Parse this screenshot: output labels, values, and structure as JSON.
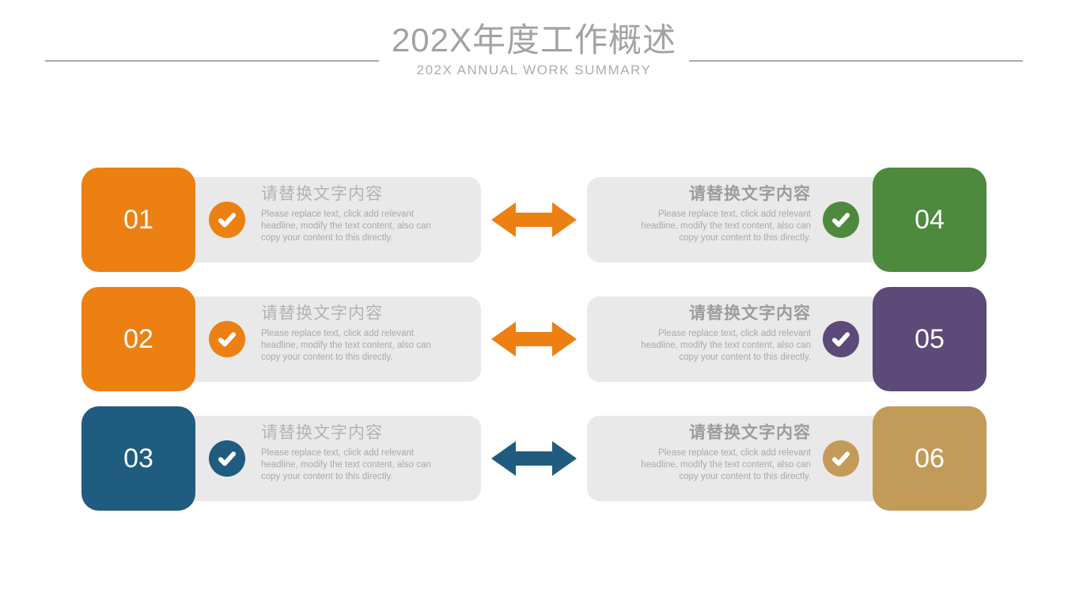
{
  "slide": {
    "title": "202X年度工作概述",
    "subtitle": "202X ANNUAL WORK SUMMARY"
  },
  "theme": {
    "card_bg": "#e9e9e9",
    "divider_color": "#ababab",
    "title_color": "#a2a2a2",
    "subtitle_color": "#adadad",
    "orange": "#ec8013",
    "dark_blue": "#1f5c7f",
    "green": "#4e8a3d",
    "purple": "#5d4a78",
    "gold": "#c39b58"
  },
  "items": [
    {
      "number": "01",
      "accent": "#ec8013",
      "heading": "请替换文字内容",
      "body": "Please replace text, click add relevant headline, modify the text content, also can copy your content to this directly."
    },
    {
      "number": "02",
      "accent": "#ec8013",
      "heading": "请替换文字内容",
      "body": "Please replace text, click add relevant headline, modify the text content, also can copy your content to this directly."
    },
    {
      "number": "03",
      "accent": "#1f5c7f",
      "heading": "请替换文字内容",
      "body": "Please replace text, click add relevant headline, modify the text content, also can copy your content to this directly."
    },
    {
      "number": "04",
      "accent": "#4e8a3d",
      "heading": "请替换文字内容",
      "body": "Please replace text, click add relevant headline, modify the text content, also can copy your content to this directly."
    },
    {
      "number": "05",
      "accent": "#5d4a78",
      "heading": "请替换文字内容",
      "body": "Please replace text, click add relevant headline, modify the text content, also can copy your content to this directly."
    },
    {
      "number": "06",
      "accent": "#c39b58",
      "heading": "请替换文字内容",
      "body": "Please replace text, click add relevant headline, modify the text content, also can copy your content to this directly."
    }
  ],
  "arrows": [
    {
      "color": "#ec8013"
    },
    {
      "color": "#ec8013"
    },
    {
      "color": "#1f5c7f"
    }
  ]
}
